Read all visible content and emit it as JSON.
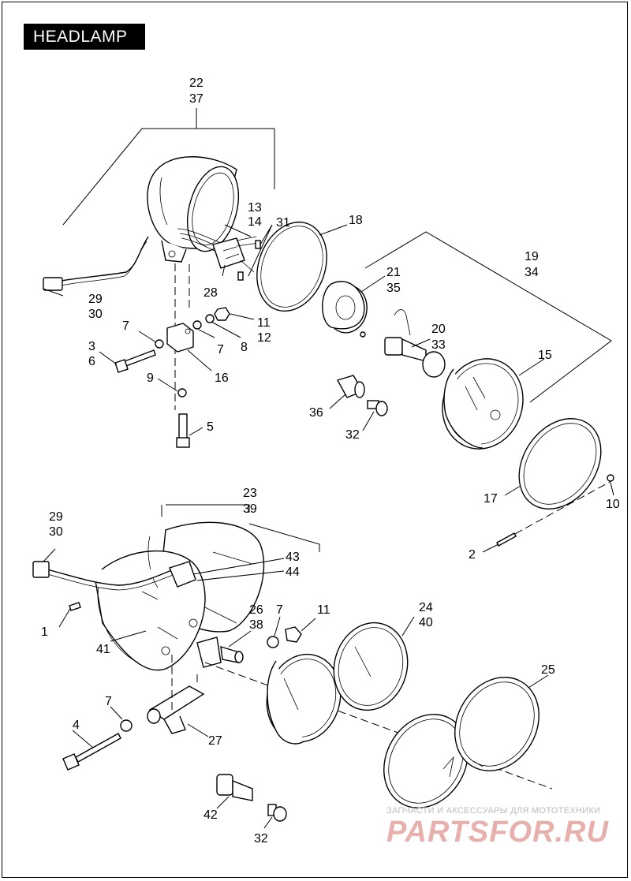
{
  "title": "HEADLAMP",
  "watermark": {
    "tagline": "ЗАПЧАСТИ И АКСЕССУАРЫ ДЛЯ МОТОТЕХНИКИ",
    "logo": "PARTSFOR.RU"
  },
  "callouts": [
    {
      "id": "c22",
      "text": "22"
    },
    {
      "id": "c37",
      "text": "37"
    },
    {
      "id": "c13",
      "text": "13"
    },
    {
      "id": "c14",
      "text": "14"
    },
    {
      "id": "c31",
      "text": "31"
    },
    {
      "id": "c18",
      "text": "18"
    },
    {
      "id": "c19",
      "text": "19"
    },
    {
      "id": "c34",
      "text": "34"
    },
    {
      "id": "c21",
      "text": "21"
    },
    {
      "id": "c35",
      "text": "35"
    },
    {
      "id": "c20",
      "text": "20"
    },
    {
      "id": "c33",
      "text": "33"
    },
    {
      "id": "c15",
      "text": "15"
    },
    {
      "id": "c29a",
      "text": "29"
    },
    {
      "id": "c30a",
      "text": "30"
    },
    {
      "id": "c28",
      "text": "28"
    },
    {
      "id": "c11a",
      "text": "11"
    },
    {
      "id": "c12",
      "text": "12"
    },
    {
      "id": "c7a",
      "text": "7"
    },
    {
      "id": "c7b",
      "text": "7"
    },
    {
      "id": "c8",
      "text": "8"
    },
    {
      "id": "c3",
      "text": "3"
    },
    {
      "id": "c6",
      "text": "6"
    },
    {
      "id": "c16",
      "text": "16"
    },
    {
      "id": "c9",
      "text": "9"
    },
    {
      "id": "c5",
      "text": "5"
    },
    {
      "id": "c36",
      "text": "36"
    },
    {
      "id": "c32a",
      "text": "32"
    },
    {
      "id": "c17",
      "text": "17"
    },
    {
      "id": "c10",
      "text": "10"
    },
    {
      "id": "c2",
      "text": "2"
    },
    {
      "id": "c23",
      "text": "23"
    },
    {
      "id": "c39",
      "text": "39"
    },
    {
      "id": "c29b",
      "text": "29"
    },
    {
      "id": "c30b",
      "text": "30"
    },
    {
      "id": "c43",
      "text": "43"
    },
    {
      "id": "c44",
      "text": "44"
    },
    {
      "id": "c1",
      "text": "1"
    },
    {
      "id": "c41",
      "text": "41"
    },
    {
      "id": "c26",
      "text": "26"
    },
    {
      "id": "c38",
      "text": "38"
    },
    {
      "id": "c7c",
      "text": "7"
    },
    {
      "id": "c11b",
      "text": "11"
    },
    {
      "id": "c24",
      "text": "24"
    },
    {
      "id": "c40",
      "text": "40"
    },
    {
      "id": "c7d",
      "text": "7"
    },
    {
      "id": "c4",
      "text": "4"
    },
    {
      "id": "c27",
      "text": "27"
    },
    {
      "id": "c25",
      "text": "25"
    },
    {
      "id": "c42",
      "text": "42"
    },
    {
      "id": "c32b",
      "text": "32"
    }
  ]
}
